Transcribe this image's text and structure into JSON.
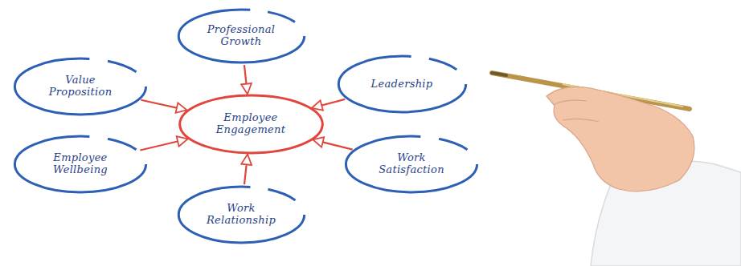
{
  "diagram": {
    "nodes": [
      {
        "text": [
          "Professional Growth"
        ]
      },
      {
        "text": [
          "Value Proposition"
        ]
      },
      {
        "text": [
          "Leadership"
        ]
      },
      {
        "text": [
          "Employee Engagement"
        ]
      },
      {
        "text": [
          "Employee Wellbeing"
        ]
      },
      {
        "text": [
          "Work Satisfaction"
        ]
      },
      {
        "text": [
          "Work Relationship"
        ]
      }
    ],
    "edges": [
      {
        "from": 0,
        "to": 3,
        "arrow": "to"
      },
      {
        "from": 1,
        "to": 3,
        "arrow": "to"
      },
      {
        "from": 2,
        "to": 3,
        "arrow": "to"
      },
      {
        "from": 4,
        "to": 3,
        "arrow": "to"
      },
      {
        "from": 5,
        "to": 3,
        "arrow": "to"
      },
      {
        "from": 6,
        "to": 3,
        "arrow": "to"
      }
    ]
  }
}
